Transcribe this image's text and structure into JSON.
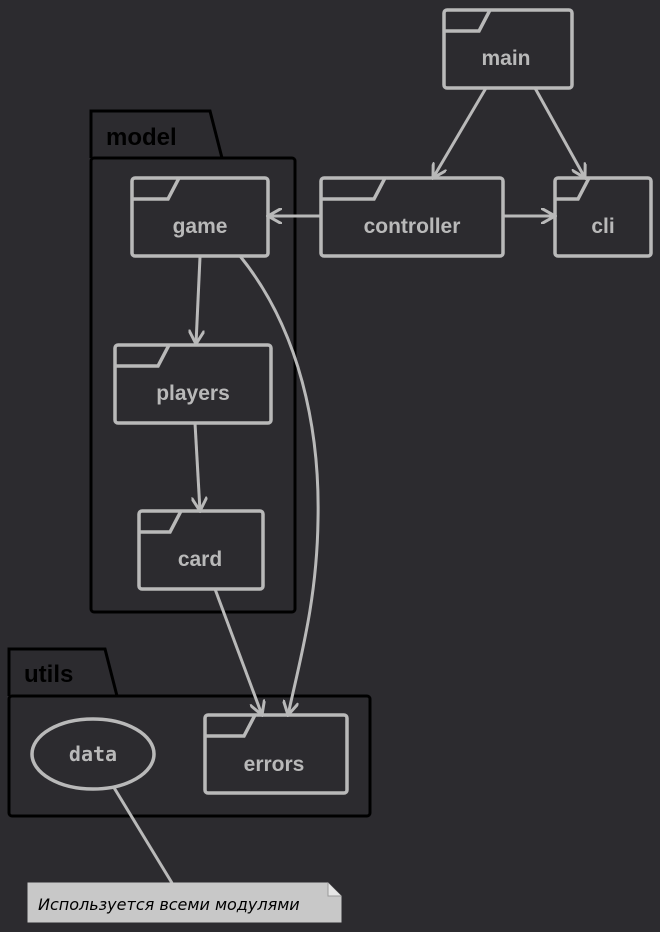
{
  "packages": {
    "model": "model",
    "utils": "utils"
  },
  "nodes": {
    "main": "main",
    "controller": "controller",
    "cli": "cli",
    "game": "game",
    "players": "players",
    "card": "card",
    "errors": "errors",
    "data": "data"
  },
  "note": {
    "text": "Используется всеми модулями"
  },
  "edges": [
    {
      "from": "main",
      "to": "controller"
    },
    {
      "from": "main",
      "to": "cli"
    },
    {
      "from": "controller",
      "to": "game"
    },
    {
      "from": "controller",
      "to": "cli"
    },
    {
      "from": "game",
      "to": "players"
    },
    {
      "from": "players",
      "to": "card"
    },
    {
      "from": "game",
      "to": "errors"
    },
    {
      "from": "card",
      "to": "errors"
    },
    {
      "from": "data",
      "to": "note"
    }
  ],
  "colors": {
    "background": "#2c2b2f",
    "stroke": "#b9b9b9",
    "package_border": "#000000",
    "note_fill": "#c8c8c8"
  }
}
